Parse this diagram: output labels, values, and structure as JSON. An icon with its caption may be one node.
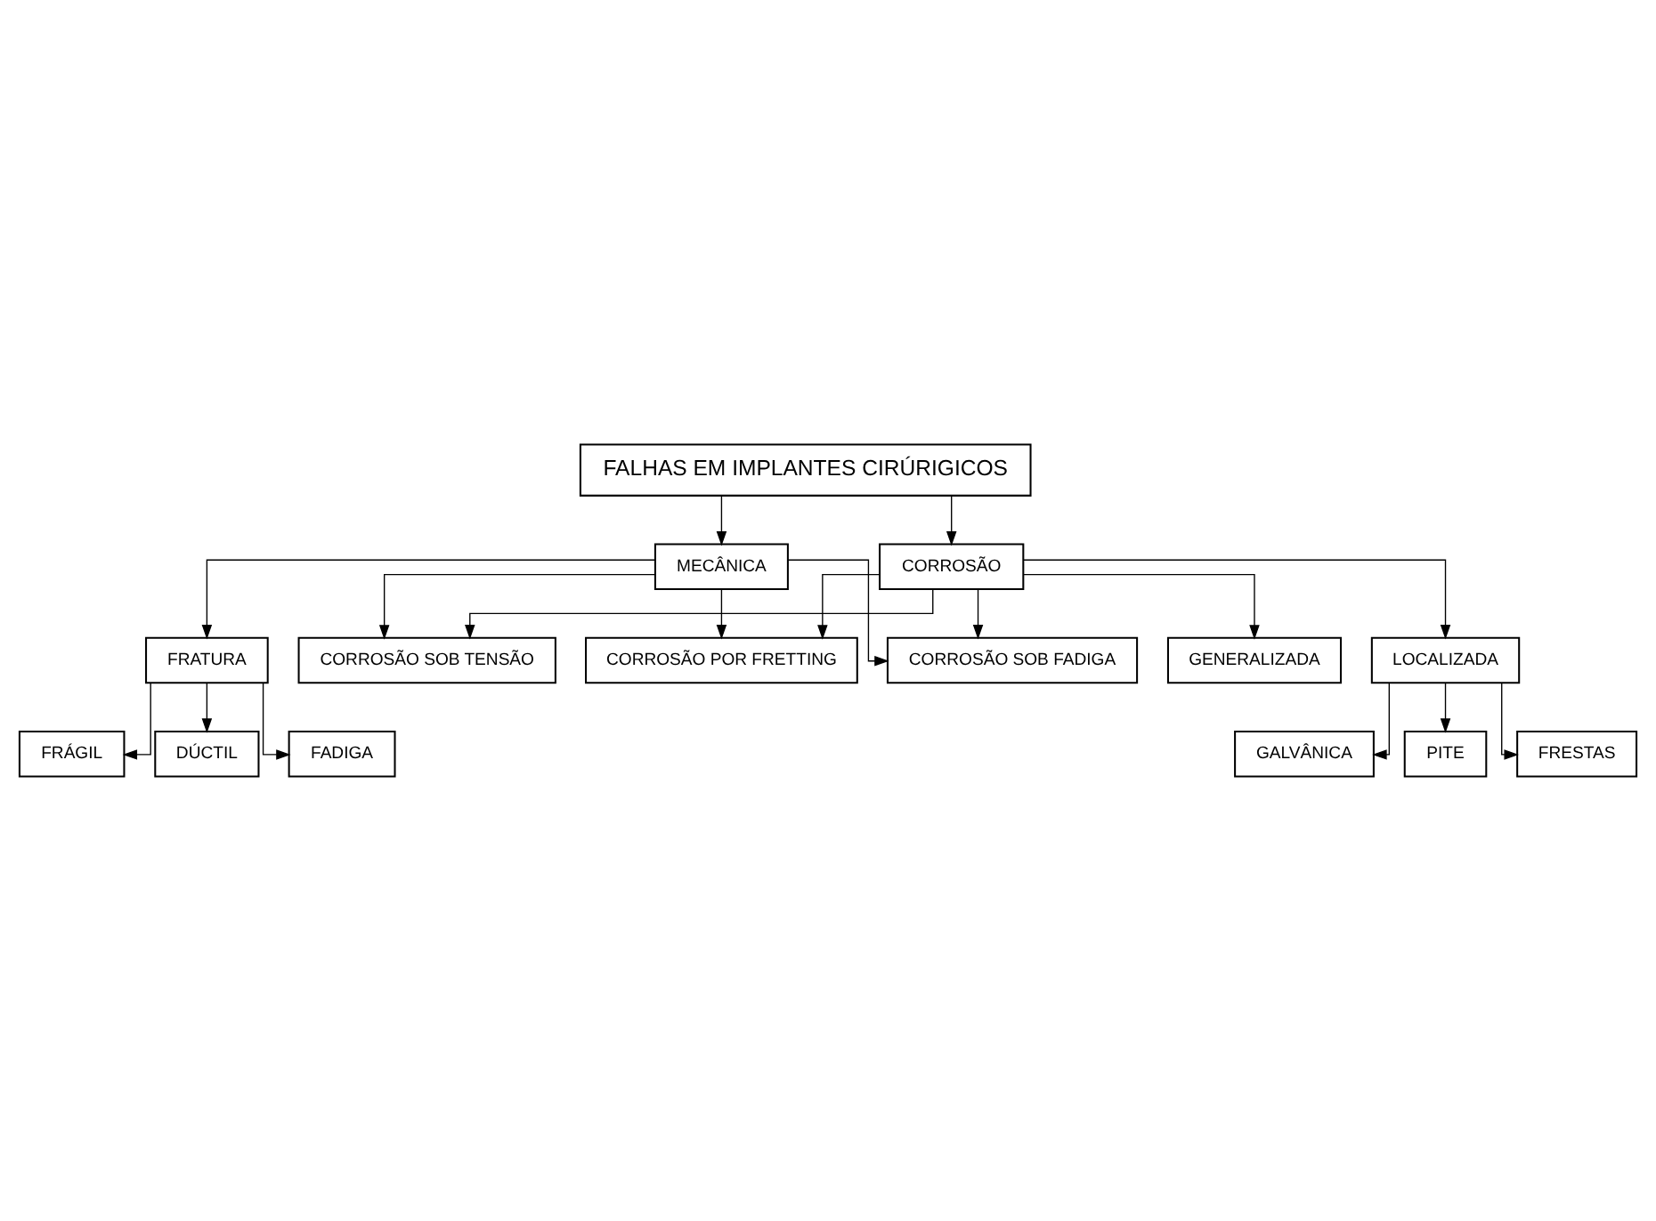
{
  "diagram": {
    "nodes": [
      {
        "text": [
          "FALHAS EM IMPLANTES CIRÚRIGICOS"
        ]
      },
      {
        "text": [
          "CORROSÃO SOB TENSÃO"
        ]
      },
      {
        "text": [
          "CORROSÃO"
        ]
      },
      {
        "text": [
          "CORROSÃO POR FRETTING"
        ]
      },
      {
        "text": [
          "MECÂNICA"
        ]
      },
      {
        "text": [
          "CORROSÃO SOB FADIGA"
        ]
      },
      {
        "text": [
          "GENERALIZADA"
        ]
      },
      {
        "text": [
          "LOCALIZADA"
        ]
      },
      {
        "text": [
          "FRATURA"
        ]
      },
      {
        "text": [
          "GALVÂNICA"
        ]
      },
      {
        "text": [
          "PITE"
        ]
      },
      {
        "text": [
          "FRESTAS"
        ]
      },
      {
        "text": [
          "FRÁGIL"
        ]
      },
      {
        "text": [
          "DÚCTIL"
        ]
      },
      {
        "text": [
          "FADIGA"
        ]
      }
    ],
    "edges": [
      {
        "from": 0,
        "to": 2,
        "arrow": "to"
      },
      {
        "from": 0,
        "to": 4,
        "arrow": "to"
      },
      {
        "from": 2,
        "to": 1,
        "arrow": "to"
      },
      {
        "from": 2,
        "to": 3,
        "arrow": "to"
      },
      {
        "from": 2,
        "to": 5,
        "arrow": "to"
      },
      {
        "from": 4,
        "to": 1,
        "arrow": "to"
      },
      {
        "from": 4,
        "to": 3,
        "arrow": "to"
      },
      {
        "from": 4,
        "to": 5,
        "arrow": "to"
      },
      {
        "from": 2,
        "to": 6,
        "arrow": "to"
      },
      {
        "from": 2,
        "to": 7,
        "arrow": "to"
      },
      {
        "from": 4,
        "to": 8,
        "arrow": "to"
      },
      {
        "from": 7,
        "to": 9,
        "arrow": "to"
      },
      {
        "from": 7,
        "to": 10,
        "arrow": "to"
      },
      {
        "from": 7,
        "to": 11,
        "arrow": "to"
      },
      {
        "from": 8,
        "to": 12,
        "arrow": "to"
      },
      {
        "from": 8,
        "to": 13,
        "arrow": "to"
      },
      {
        "from": 8,
        "to": 14,
        "arrow": "to"
      }
    ]
  }
}
